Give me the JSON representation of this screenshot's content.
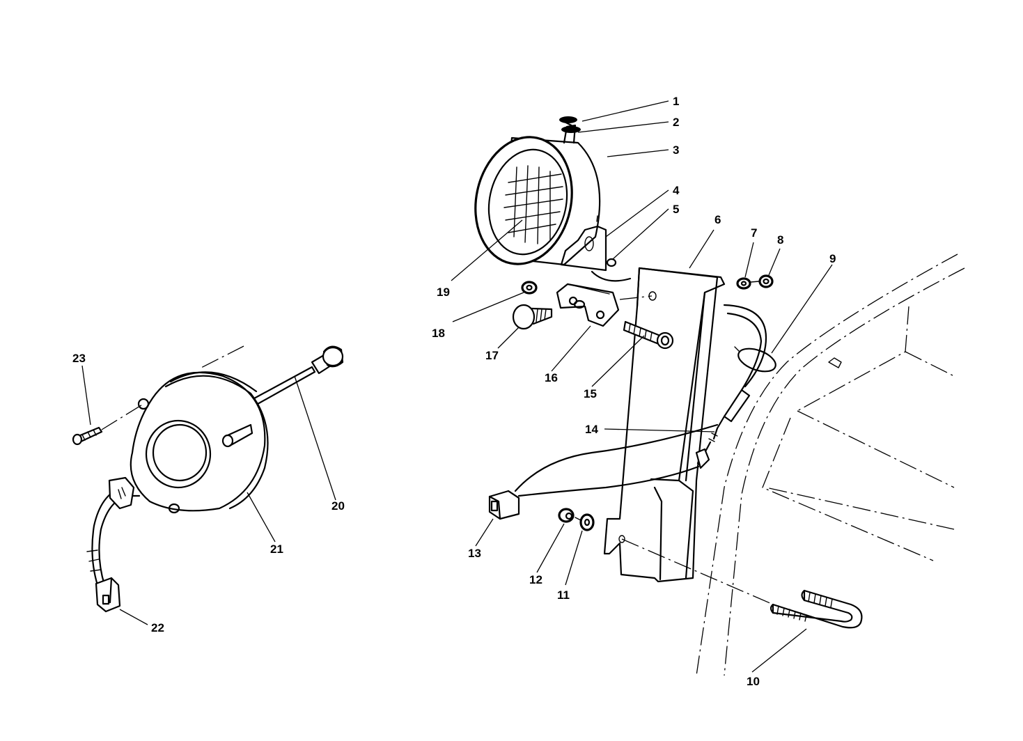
{
  "callouts": [
    {
      "id": "1",
      "label": "1"
    },
    {
      "id": "2",
      "label": "2"
    },
    {
      "id": "3",
      "label": "3"
    },
    {
      "id": "4",
      "label": "4"
    },
    {
      "id": "5",
      "label": "5"
    },
    {
      "id": "6",
      "label": "6"
    },
    {
      "id": "7",
      "label": "7"
    },
    {
      "id": "8",
      "label": "8"
    },
    {
      "id": "9",
      "label": "9"
    },
    {
      "id": "10",
      "label": "10"
    },
    {
      "id": "11",
      "label": "11"
    },
    {
      "id": "12",
      "label": "12"
    },
    {
      "id": "13",
      "label": "13"
    },
    {
      "id": "14",
      "label": "14"
    },
    {
      "id": "15",
      "label": "15"
    },
    {
      "id": "16",
      "label": "16"
    },
    {
      "id": "17",
      "label": "17"
    },
    {
      "id": "18",
      "label": "18"
    },
    {
      "id": "19",
      "label": "19"
    },
    {
      "id": "20",
      "label": "20"
    },
    {
      "id": "21",
      "label": "21"
    },
    {
      "id": "22",
      "label": "22"
    },
    {
      "id": "23",
      "label": "23"
    }
  ],
  "colors": {
    "ink": "#000000",
    "paper": "#ffffff"
  }
}
